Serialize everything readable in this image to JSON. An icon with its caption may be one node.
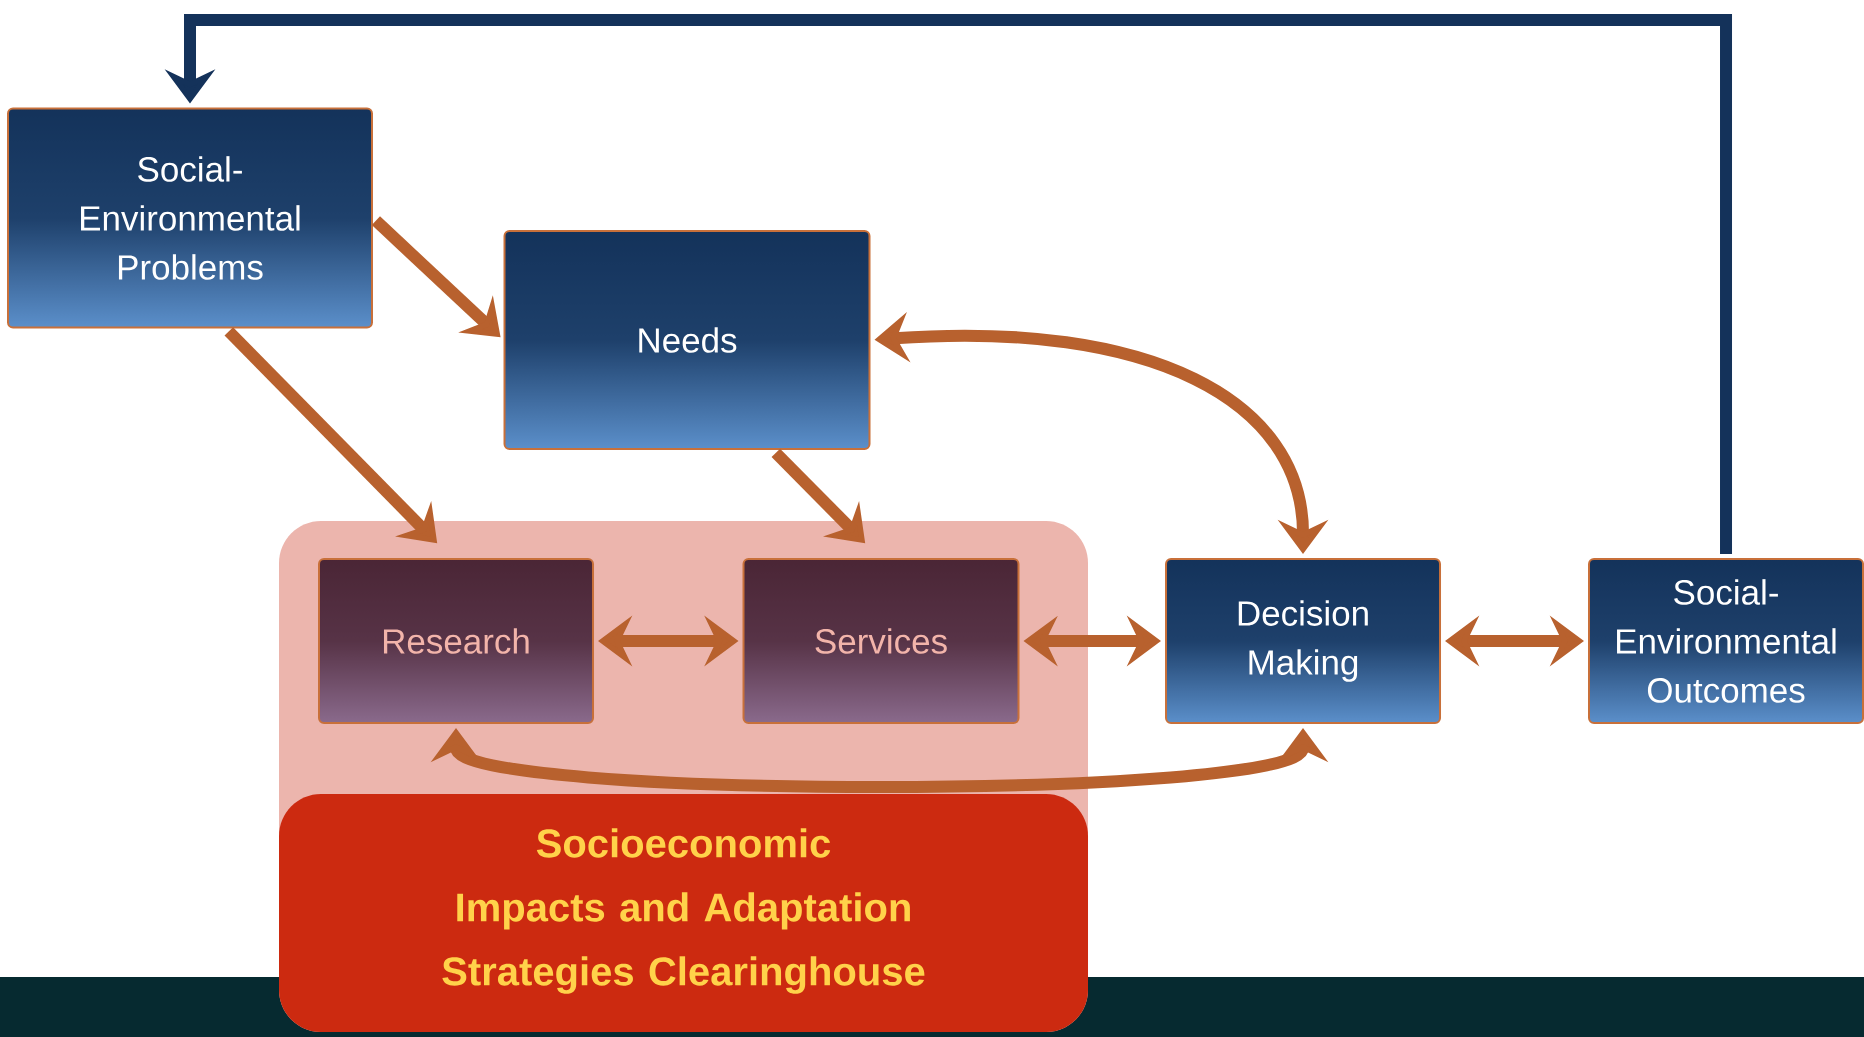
{
  "diagram": {
    "nodes": [
      {
        "text": [
          "Social-Environmental Problems"
        ]
      },
      {
        "text": [
          "Needs"
        ]
      },
      {
        "text": [
          "Socioeconomic Impacts and Adaptation Strategies Clearinghouse"
        ]
      },
      {
        "text": [
          "Research"
        ],
        "in": 2
      },
      {
        "text": [
          "Services"
        ],
        "in": 2
      },
      {
        "text": [
          "Decision Making"
        ]
      },
      {
        "text": [
          "Social-Environmental Outcomes"
        ]
      }
    ],
    "edges": [
      {
        "from": 0,
        "to": 1,
        "arrow": "to"
      },
      {
        "from": 0,
        "to": 3,
        "arrow": "to"
      },
      {
        "from": 1,
        "to": 4,
        "arrow": "to"
      },
      {
        "from": 1,
        "to": 5,
        "arrow": "both"
      },
      {
        "from": 3,
        "to": 4,
        "arrow": "both"
      },
      {
        "from": 4,
        "to": 5,
        "arrow": "both"
      },
      {
        "from": 5,
        "to": 6,
        "arrow": "both"
      },
      {
        "from": 3,
        "to": 5,
        "arrow": "both"
      },
      {
        "from": 6,
        "to": 0,
        "arrow": "to",
        "color": "#14325a"
      }
    ]
  }
}
